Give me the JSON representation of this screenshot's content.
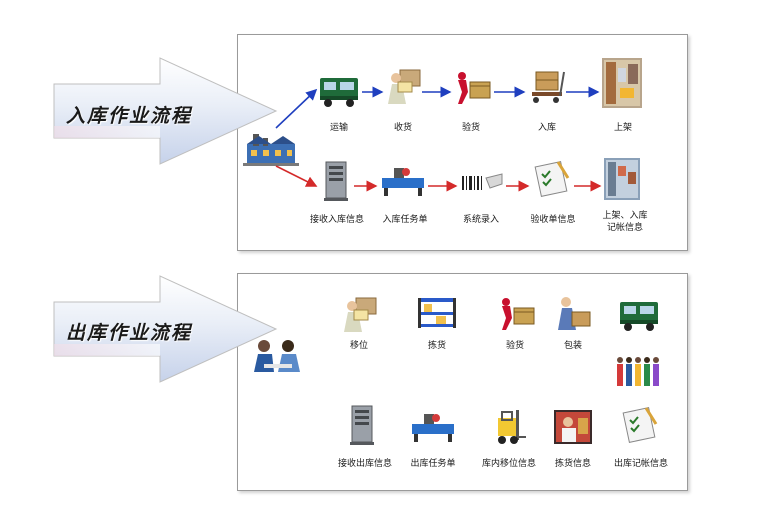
{
  "inbound": {
    "title": "入库作业流程",
    "top_row": [
      "运输",
      "收货",
      "验货",
      "入库",
      "上架"
    ],
    "bottom_row": [
      "接收入库信息",
      "入库任务单",
      "系统录入",
      "验收单信息",
      "上架、入库",
      "记帐信息"
    ]
  },
  "outbound": {
    "title": "出库作业流程",
    "top_row": [
      "移位",
      "拣货",
      "验货",
      "包装"
    ],
    "bottom_row": [
      "接收出库信息",
      "出库任务单",
      "库内移位信息",
      "拣货信息",
      "出库记帐信息"
    ]
  },
  "colors": {
    "top_arrow": "#1f3fbf",
    "bottom_arrow": "#d42a2a"
  }
}
